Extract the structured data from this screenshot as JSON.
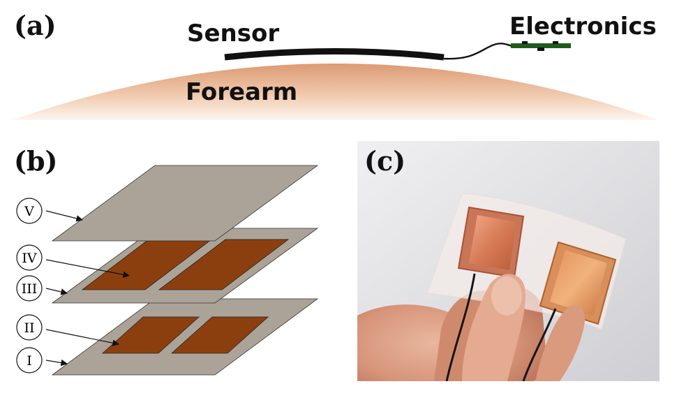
{
  "panel_a": {
    "label": "(a)",
    "sensor_label": "Sensor",
    "electronics_label": "Electronics",
    "forearm_label": "Forearm",
    "colors": {
      "skin_top": "#e0a27d",
      "skin_bottom": "#fbeee5",
      "sensor": "#111111",
      "pcb": "#1f5c1c"
    }
  },
  "panel_b": {
    "label": "(b)",
    "layer_labels": [
      "V",
      "IV",
      "III",
      "II",
      "I"
    ],
    "colors": {
      "substrate": "#aca398",
      "copper": "#8c3f0e",
      "outline": "#222222"
    }
  },
  "panel_c": {
    "label": "(c)",
    "photo_description_icon": "hand-holding-sensor-photo"
  }
}
